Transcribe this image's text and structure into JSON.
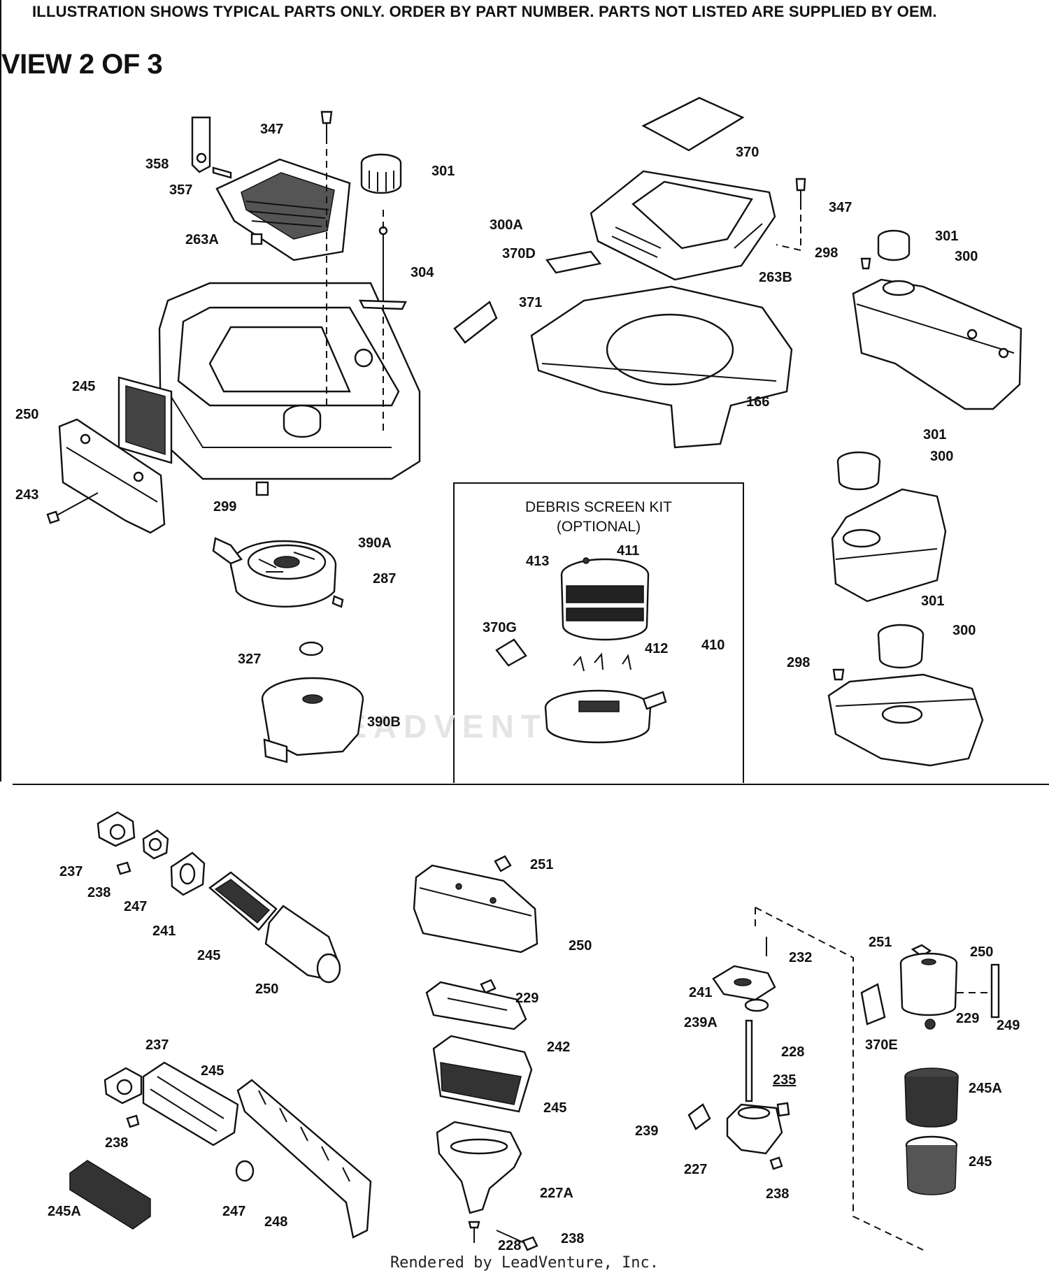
{
  "header": {
    "notice": "ILLUSTRATION SHOWS TYPICAL PARTS ONLY. ORDER BY PART NUMBER. PARTS NOT LISTED ARE SUPPLIED BY OEM.",
    "view_title": "VIEW 2 OF 3"
  },
  "kit": {
    "title_line1": "DEBRIS SCREEN KIT",
    "title_line2": "(OPTIONAL)"
  },
  "watermark": "LEADVENTURE",
  "footer": "Rendered by LeadVenture, Inc.",
  "callouts": [
    "347",
    "358",
    "357",
    "263A",
    "301",
    "300A",
    "304",
    "370",
    "347",
    "263B",
    "370D",
    "371",
    "298",
    "301",
    "300",
    "166",
    "245",
    "250",
    "243",
    "299",
    "390A",
    "287",
    "327",
    "390B",
    "413",
    "411",
    "370G",
    "412",
    "410",
    "301",
    "300",
    "301",
    "300",
    "298",
    "237",
    "238",
    "247",
    "241",
    "245",
    "250",
    "251",
    "250",
    "229",
    "242",
    "245",
    "227A",
    "228",
    "238",
    "237",
    "245",
    "238",
    "247",
    "248",
    "245A",
    "232",
    "241",
    "239A",
    "228",
    "235",
    "239",
    "227",
    "238",
    "251",
    "250",
    "229",
    "249",
    "370E",
    "245A",
    "245"
  ]
}
